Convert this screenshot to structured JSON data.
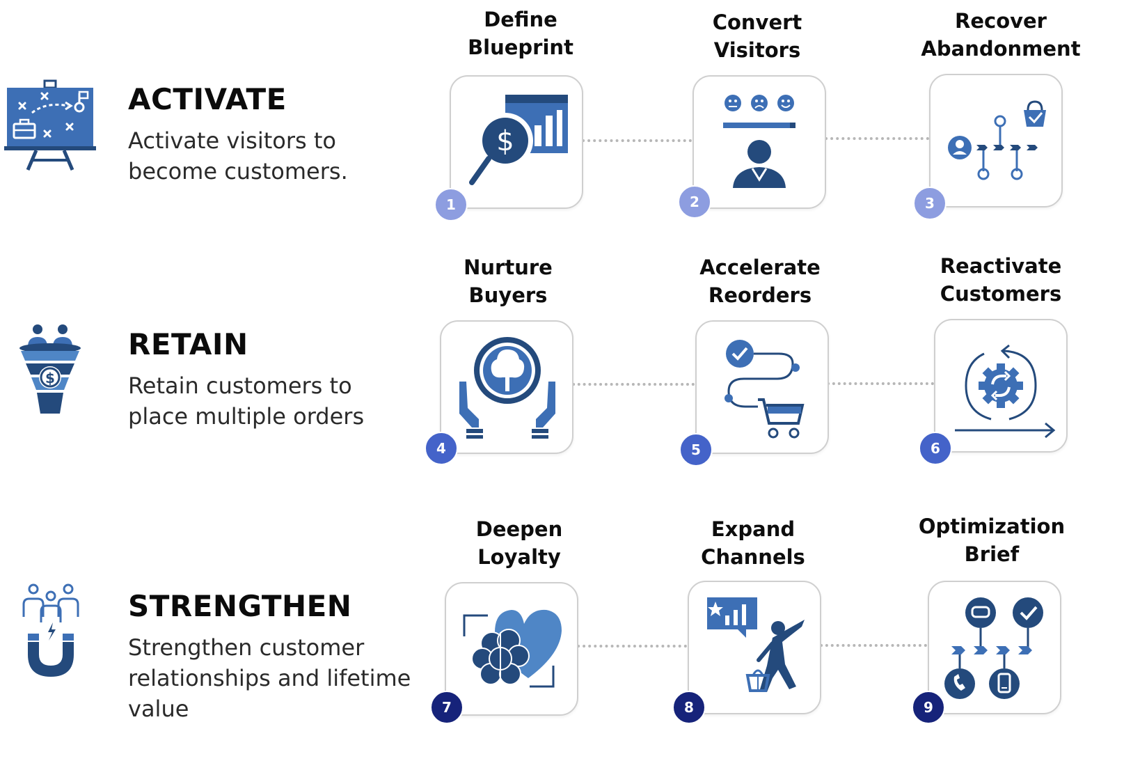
{
  "stages": [
    {
      "title": "ACTIVATE",
      "description": "Activate visitors to\nbecome customers.",
      "icon": "strategy-board-icon"
    },
    {
      "title": "RETAIN",
      "description": "Retain customers to\nplace multiple orders",
      "icon": "money-funnel-icon"
    },
    {
      "title": "STRENGTHEN",
      "description": "Strengthen customer\nrelationships and lifetime\nvalue",
      "icon": "magnet-people-icon"
    }
  ],
  "steps": [
    {
      "number": "1",
      "label": "Define\nBlueprint",
      "icon": "dollar-search-chart-icon",
      "badge_color": "#8d9de0"
    },
    {
      "number": "2",
      "label": "Convert\nVisitors",
      "icon": "customer-feedback-icon",
      "badge_color": "#8d9de0"
    },
    {
      "number": "3",
      "label": "Recover\nAbandonment",
      "icon": "cart-journey-icon",
      "badge_color": "#8d9de0"
    },
    {
      "number": "4",
      "label": "Nurture\nBuyers",
      "icon": "hands-tree-icon",
      "badge_color": "#4463c9"
    },
    {
      "number": "5",
      "label": "Accelerate\nReorders",
      "icon": "reorder-path-cart-icon",
      "badge_color": "#4463c9"
    },
    {
      "number": "6",
      "label": "Reactivate\nCustomers",
      "icon": "gear-cycle-icon",
      "badge_color": "#4463c9"
    },
    {
      "number": "7",
      "label": "Deepen\nLoyalty",
      "icon": "brain-heart-icon",
      "badge_color": "#16237a"
    },
    {
      "number": "8",
      "label": "Expand\nChannels",
      "icon": "shopper-rating-icon",
      "badge_color": "#16237a"
    },
    {
      "number": "9",
      "label": "Optimization\nBrief",
      "icon": "channel-flow-icon",
      "badge_color": "#16237a"
    }
  ],
  "colors": {
    "icon_dark": "#244a7c",
    "icon_mid": "#3d6fb5",
    "icon_light": "#4f86c6",
    "card_border": "#cfcfcf"
  }
}
